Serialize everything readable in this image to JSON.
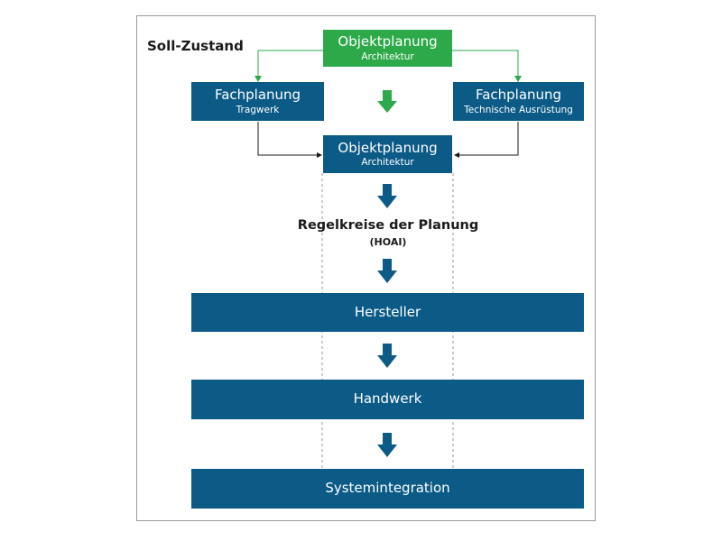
{
  "heading": "Soll-Zustand",
  "nodes": {
    "objektplanung_top": {
      "title": "Objektplanung",
      "subtitle": "Architektur"
    },
    "fachplanung_left": {
      "title": "Fachplanung",
      "subtitle": "Tragwerk"
    },
    "fachplanung_right": {
      "title": "Fachplanung",
      "subtitle": "Technische Ausrüstung"
    },
    "objektplanung_mid": {
      "title": "Objektplanung",
      "subtitle": "Architektur"
    },
    "hersteller": {
      "title": "Hersteller"
    },
    "handwerk": {
      "title": "Handwerk"
    },
    "systemintegration": {
      "title": "Systemintegration"
    }
  },
  "regelkreise": {
    "title": "Regelkreise der Planung",
    "subtitle": "(HOAI)"
  },
  "colors": {
    "primary_blue": "#0c5a86",
    "accent_green": "#2ea94a",
    "line_green": "#2ea94a",
    "line_dark": "#1a1a1a",
    "dashed": "#9a9a9a"
  }
}
